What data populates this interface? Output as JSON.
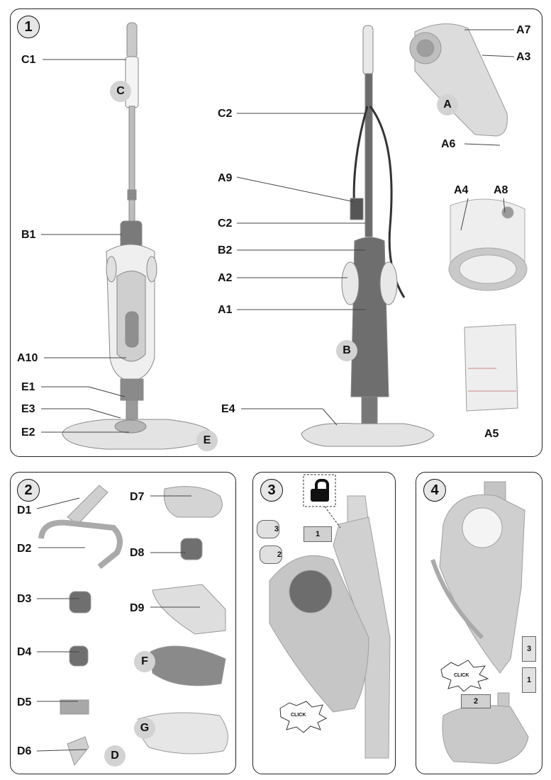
{
  "panels": {
    "p1": "1",
    "p2": "2",
    "p3": "3",
    "p4": "4"
  },
  "panel1": {
    "labels": {
      "C1": "C1",
      "C": "C",
      "C2a": "C2",
      "A9": "A9",
      "C2b": "C2",
      "B2": "B2",
      "B1": "B1",
      "A2": "A2",
      "A1": "A1",
      "A10": "A10",
      "E1": "E1",
      "E3": "E3",
      "E2": "E2",
      "E": "E",
      "E4": "E4",
      "B": "B",
      "A7": "A7",
      "A3": "A3",
      "A": "A",
      "A6": "A6",
      "A4": "A4",
      "A8": "A8",
      "A5": "A5"
    }
  },
  "panel2": {
    "labels": {
      "D1": "D1",
      "D2": "D2",
      "D3": "D3",
      "D4": "D4",
      "D5": "D5",
      "D6": "D6",
      "D7": "D7",
      "D8": "D8",
      "D9": "D9",
      "F": "F",
      "G": "G",
      "D": "D"
    }
  },
  "panel3": {
    "click": "CLICK",
    "arrow1": "1",
    "arrow2": "2",
    "arrow3": "3",
    "icon": "lock-icon"
  },
  "panel4": {
    "click": "CLICK",
    "arrow1": "1",
    "arrow2": "2",
    "arrow3": "3"
  }
}
